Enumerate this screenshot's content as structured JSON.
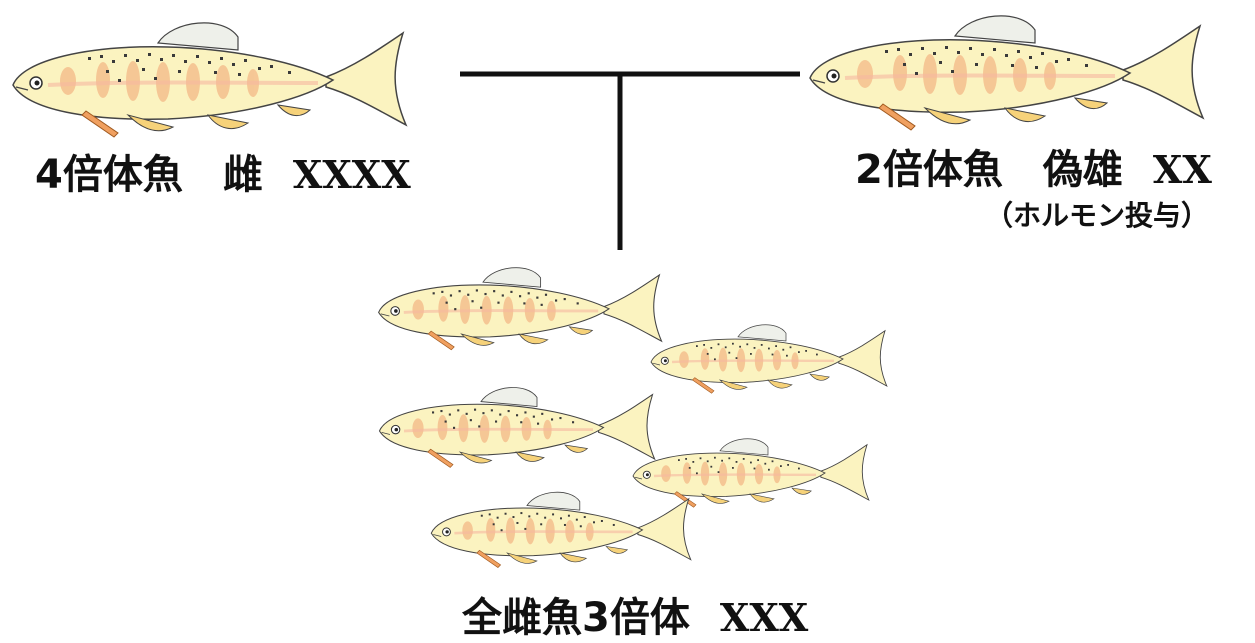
{
  "parent_female": {
    "label": "4倍体魚　雌",
    "genotype": "XXXX"
  },
  "parent_male": {
    "label": "2倍体魚　偽雄",
    "genotype": "XX",
    "note": "（ホルモン投与）"
  },
  "offspring": {
    "label": "全雌魚3倍体",
    "genotype": "XXX"
  },
  "colors": {
    "fish_body": "#fbf3c0",
    "fish_stripe": "#f5c08e",
    "fish_spot": "#3a3a3a",
    "fish_fin": "#f6d27a",
    "line": "#111111"
  },
  "icons": [
    "trout-icon"
  ]
}
